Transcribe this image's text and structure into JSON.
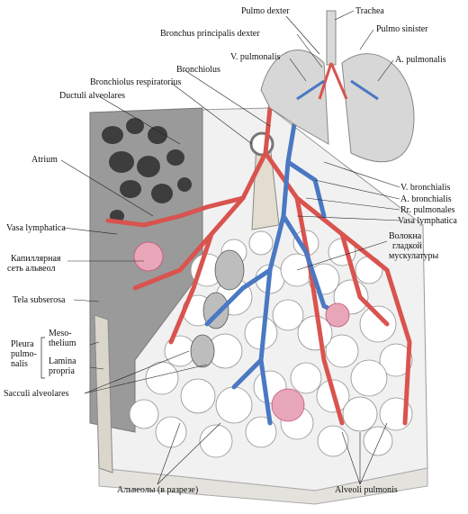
{
  "labels": {
    "pulmo_dexter": "Pulmo dexter",
    "trachea": "Trachea",
    "bronchus_principalis_dexter": "Bronchus principalis dexter",
    "pulmo_sinister": "Pulmo sinister",
    "v_pulmonalis": "V. pulmonalis",
    "a_pulmonalis": "A. pulmonalis",
    "bronchiolus": "Bronchiolus",
    "bronchiolus_respiratorius": "Bronchiolus respiratorius",
    "ductuli_alveolares": "Ductuli alveolares",
    "atrium": "Atrium",
    "v_bronchialis": "V. bronchialis",
    "a_bronchialis": "A. bronchialis",
    "rr_pulmonales": "Rr. pulmonales",
    "vasa_lymphatica_right": "Vasa lymphatica",
    "vasa_lymphatica_left": "Vasa lymphatica",
    "kapil_line1": "Капиллярная",
    "kapil_line2": "сеть альвеол",
    "volokna_line1": "Волокна",
    "volokna_line2": "гладкой",
    "volokna_line3": "мускулатуры",
    "tela_subserosa": "Tela subserosa",
    "pleura_line1": "Pleura",
    "pleura_line2": "pulmo-",
    "pleura_line3": "nalis",
    "meso_line1": "Meso-",
    "meso_line2": "thelium",
    "lamina_line1": "Lamina",
    "lamina_line2": "propria",
    "sacculi_alveolares": "Sacculi alveolares",
    "alveoly_v_razreze": "Альвеолы (в разрезе)",
    "alveoli_pulmonis": "Alveoli pulmonis"
  },
  "colors": {
    "artery": "#d9534f",
    "vein": "#4a78c2",
    "tissue": "#e9e9e9",
    "lymph": "#d8c8a0",
    "capillary": "#c9507a"
  }
}
